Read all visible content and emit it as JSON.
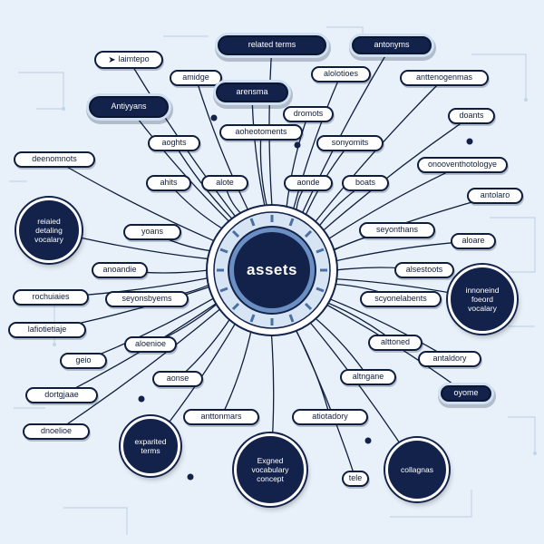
{
  "center": {
    "label": "assets"
  },
  "nodes": [
    {
      "id": "n1",
      "label": "related terms",
      "style": "dark"
    },
    {
      "id": "n2",
      "label": "antonyms",
      "style": "dark"
    },
    {
      "id": "n3",
      "label": "laimtepo",
      "style": "light",
      "icon": "marker-icon"
    },
    {
      "id": "n4",
      "label": "amidge",
      "style": "light"
    },
    {
      "id": "n5",
      "label": "arensma",
      "style": "dark"
    },
    {
      "id": "n6",
      "label": "alolotioes",
      "style": "light"
    },
    {
      "id": "n7",
      "label": "anttenogenmas",
      "style": "light"
    },
    {
      "id": "n8",
      "label": "Antiyyans",
      "style": "dark"
    },
    {
      "id": "n9",
      "label": "dromots",
      "style": "light"
    },
    {
      "id": "n10",
      "label": "doants",
      "style": "light"
    },
    {
      "id": "n11",
      "label": "aoheotoments",
      "style": "light"
    },
    {
      "id": "n12",
      "label": "aoghts",
      "style": "light"
    },
    {
      "id": "n13",
      "label": "sonyomits",
      "style": "light"
    },
    {
      "id": "n14",
      "label": "deenomnots",
      "style": "light"
    },
    {
      "id": "n15",
      "label": "onooventhotologye",
      "style": "light"
    },
    {
      "id": "n16",
      "label": "ahits",
      "style": "light"
    },
    {
      "id": "n17",
      "label": "alote",
      "style": "light"
    },
    {
      "id": "n18",
      "label": "aonde",
      "style": "light"
    },
    {
      "id": "n19",
      "label": "boats",
      "style": "light"
    },
    {
      "id": "n20",
      "label": "antolaro",
      "style": "light"
    },
    {
      "id": "n21",
      "label": "yoans",
      "style": "light"
    },
    {
      "id": "n22",
      "label": "seyonthans",
      "style": "light"
    },
    {
      "id": "n23",
      "label": "aloare",
      "style": "light"
    },
    {
      "id": "n24",
      "label": "anoandie",
      "style": "light"
    },
    {
      "id": "n25",
      "label": "alsestoots",
      "style": "light"
    },
    {
      "id": "n26",
      "label": "rochuiaies",
      "style": "light"
    },
    {
      "id": "n27",
      "label": "seyonsbyems",
      "style": "light"
    },
    {
      "id": "n28",
      "label": "scyonelabents",
      "style": "light"
    },
    {
      "id": "n29",
      "label": "lafiotietiaje",
      "style": "light"
    },
    {
      "id": "n30",
      "label": "alttoned",
      "style": "light"
    },
    {
      "id": "n31",
      "label": "aloenioe",
      "style": "light"
    },
    {
      "id": "n32",
      "label": "antaldory",
      "style": "light"
    },
    {
      "id": "n33",
      "label": "geio",
      "style": "light"
    },
    {
      "id": "n34",
      "label": "aonse",
      "style": "light"
    },
    {
      "id": "n35",
      "label": "altngane",
      "style": "light"
    },
    {
      "id": "n36",
      "label": "oyome",
      "style": "dark"
    },
    {
      "id": "n37",
      "label": "dortgjaae",
      "style": "light"
    },
    {
      "id": "n38",
      "label": "anttonmars",
      "style": "light"
    },
    {
      "id": "n39",
      "label": "atiotadory",
      "style": "light"
    },
    {
      "id": "n40",
      "label": "dnoelioe",
      "style": "light"
    },
    {
      "id": "n41",
      "label": "tele",
      "style": "light"
    }
  ],
  "circles": [
    {
      "id": "c1",
      "label": "reiaied detaling vocalary",
      "style": "dark"
    },
    {
      "id": "c2",
      "label": "innoneind foeord vocalary",
      "style": "dark"
    },
    {
      "id": "c3",
      "label": "exparited terms",
      "style": "dark"
    },
    {
      "id": "c4",
      "label": "Exgned vocabulary concept",
      "style": "dark"
    },
    {
      "id": "c5",
      "label": "collagnas",
      "style": "dark"
    }
  ],
  "colors": {
    "background": "#e8f1fa",
    "navy": "#13224a",
    "line": "#0f1e3d",
    "circuit": "#b9cde4"
  }
}
